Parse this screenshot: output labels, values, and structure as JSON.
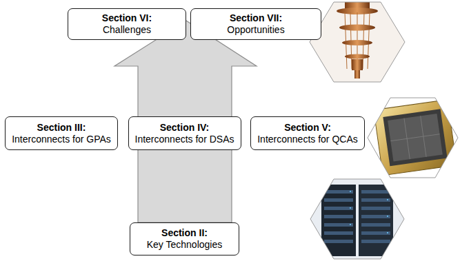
{
  "diagram": {
    "nodes": [
      {
        "text": [
          "Section VI:",
          "Challenges"
        ]
      },
      {
        "text": [
          "Section VII:",
          "Opportunities"
        ]
      },
      {
        "text": [
          "Section III:",
          "Interconnects for GPAs"
        ]
      },
      {
        "text": [
          "Section IV:",
          "Interconnects for DSAs"
        ]
      },
      {
        "text": [
          "Section V:",
          "Interconnects for QCAs"
        ]
      },
      {
        "text": [
          "Section II:",
          "Key Technologies"
        ]
      }
    ]
  }
}
